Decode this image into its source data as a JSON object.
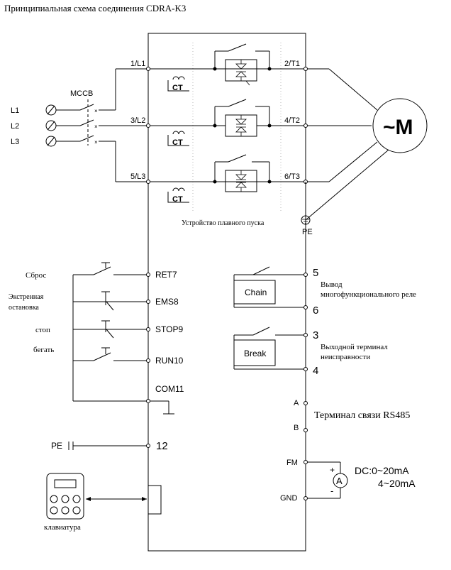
{
  "title": "Принципиальная схема соединения CDRA-K3",
  "mccb": "MCCB",
  "inputs": [
    "L1",
    "L2",
    "L3"
  ],
  "line_terminals": [
    "1/L1",
    "3/L2",
    "5/L3"
  ],
  "ct_label": "CT",
  "out_terminals": [
    "2/T1",
    "4/T2",
    "6/T3"
  ],
  "motor": "~M",
  "device": "Устройство плавного пуска",
  "pe": "PE",
  "left_controls": {
    "reset": "Сброс",
    "emergency_1": "Экстренная",
    "emergency_2": "остановка",
    "stop": "стоп",
    "run": "бегать"
  },
  "control_terminals": [
    "RET7",
    "EMS8",
    "STOP9",
    "RUN10",
    "COM11"
  ],
  "pe_terminal": "PE",
  "terminal_12": "12",
  "keypad": "клавиатура",
  "relay_boxes": [
    "Chain",
    "Break"
  ],
  "relay_numbers": [
    "5",
    "6",
    "3",
    "4"
  ],
  "relay1_desc_1": "Вывод",
  "relay1_desc_2": "многофункционального реле",
  "relay2_desc_1": "Выходной терминал",
  "relay2_desc_2": "неисправности",
  "rs485_terminals": [
    "A",
    "B"
  ],
  "rs485_desc": "Терминал связи RS485",
  "fm_terminals": [
    "FM",
    "GND"
  ],
  "ammeter": "A",
  "plus": "+",
  "minus": "-",
  "dc_1": "DC:0~20mA",
  "dc_2": "4~20mA"
}
